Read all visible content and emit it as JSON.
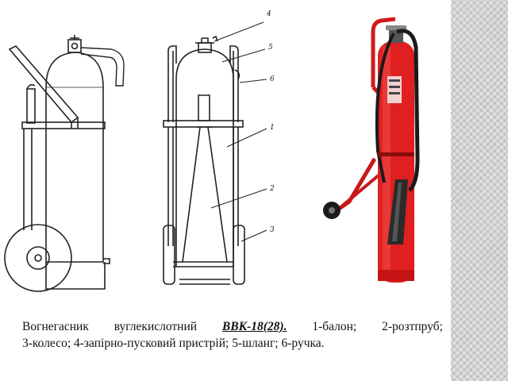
{
  "figure": {
    "callouts": [
      "4",
      "5",
      "6",
      "1",
      "2",
      "3"
    ]
  },
  "caption": {
    "words": [
      "Вогнегасник",
      "вуглекислотний"
    ],
    "model": "ВВК-18(28).",
    "parts": [
      "1-балон;",
      "2-розтпруб;"
    ],
    "line2": "3-колесо; 4-запірно-пусковий пристрій; 5-шланг; 6-ручка."
  },
  "colors": {
    "extinguisher_red": "#e02020",
    "stripe_gray": "#d4d4d4"
  }
}
